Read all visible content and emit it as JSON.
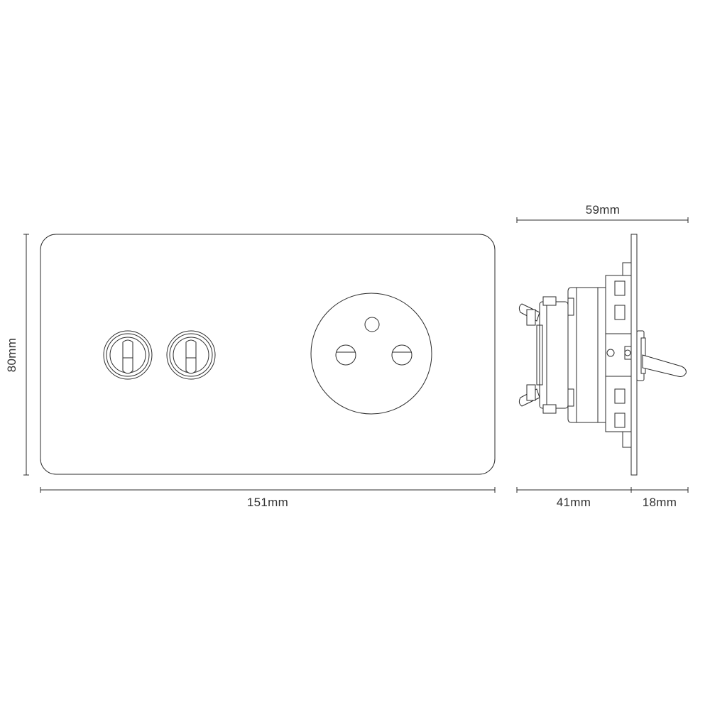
{
  "dimensions": {
    "height": "80mm",
    "width": "151mm",
    "depth_total": "59mm",
    "depth_body": "41mm",
    "depth_front": "18mm"
  },
  "colors": {
    "line": "#2b2b2b",
    "text": "#333333",
    "background": "#ffffff"
  }
}
